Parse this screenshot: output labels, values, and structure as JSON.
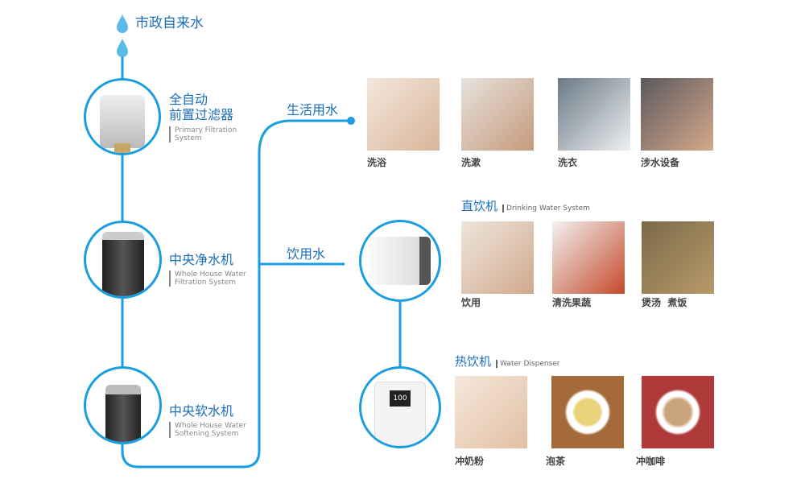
{
  "source": {
    "label": "市政自来水"
  },
  "devices": [
    {
      "cn": "全自动\n前置过滤器",
      "cn1": "全自动",
      "cn2": "前置过滤器",
      "en1": "Primary Filtration",
      "en2": "System"
    },
    {
      "cn": "中央净水机",
      "en1": "Whole House Water",
      "en2": "Filtration System"
    },
    {
      "cn": "中央软水机",
      "en1": "Whole House Water",
      "en2": "Softening System"
    }
  ],
  "branches": {
    "domestic": "生活用水",
    "drinking": "饮用水"
  },
  "domestic_uses": [
    "洗浴",
    "洗漱",
    "洗衣",
    "涉水设备"
  ],
  "drinking_machine": {
    "cn": "直饮机",
    "en": "Drinking Water System",
    "uses": [
      "饮用",
      "清洗果蔬",
      "煲汤  煮饭"
    ]
  },
  "hot_machine": {
    "cn": "热饮机",
    "en": "Water Dispenser",
    "uses": [
      "冲奶粉",
      "泡茶",
      "冲咖啡"
    ],
    "display": "100"
  },
  "colors": {
    "line": "#1a9ee0",
    "title": "#1b6fb8"
  }
}
